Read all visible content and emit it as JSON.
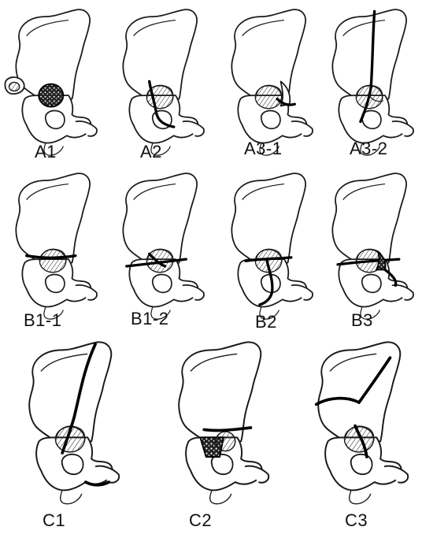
{
  "panels": [
    {
      "id": "A1",
      "label": "A1",
      "variant": "a1"
    },
    {
      "id": "A2",
      "label": "A2",
      "variant": "a2"
    },
    {
      "id": "A3-1",
      "label": "A3-1",
      "variant": "a31"
    },
    {
      "id": "A3-2",
      "label": "A3-2",
      "variant": "a32"
    },
    {
      "id": "B1-1",
      "label": "B1-1",
      "variant": "b11"
    },
    {
      "id": "B1-2",
      "label": "B1-2",
      "variant": "b12"
    },
    {
      "id": "B2",
      "label": "B2",
      "variant": "b2"
    },
    {
      "id": "B3",
      "label": "B3",
      "variant": "b3"
    },
    {
      "id": "C1",
      "label": "C1",
      "variant": "c1"
    },
    {
      "id": "C2",
      "label": "C2",
      "variant": "c2"
    },
    {
      "id": "C3",
      "label": "C3",
      "variant": "c3"
    }
  ]
}
